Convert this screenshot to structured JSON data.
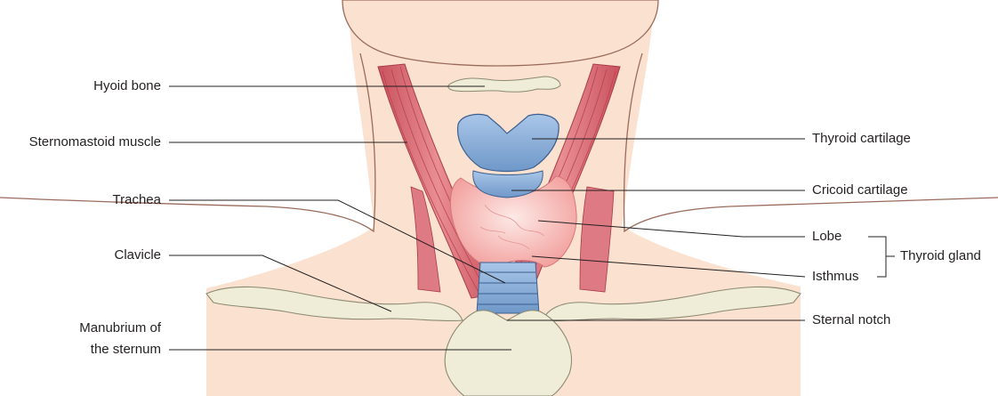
{
  "labels": {
    "hyoid_bone": "Hyoid bone",
    "sternomastoid_muscle": "Sternomastoid muscle",
    "trachea": "Trachea",
    "clavicle": "Clavicle",
    "manubrium_line1": "Manubrium of",
    "manubrium_line2": "the sternum",
    "thyroid_cartilage": "Thyroid cartilage",
    "cricoid_cartilage": "Cricoid cartilage",
    "lobe": "Lobe",
    "isthmus": "Isthmus",
    "thyroid_gland": "Thyroid gland",
    "sternal_notch": "Sternal notch"
  },
  "colors": {
    "skin": "#fbe1cf",
    "skin_outline": "#9a6b5c",
    "bone": "#efecd7",
    "bone_outline": "#8c8a72",
    "cartilage": "#7fa7d6",
    "cartilage_outline": "#3b5f8f",
    "muscle": "#e07c84",
    "muscle_dark": "#b94250",
    "thyroid": "#f5b3b0",
    "leader_line": "#231f20"
  }
}
